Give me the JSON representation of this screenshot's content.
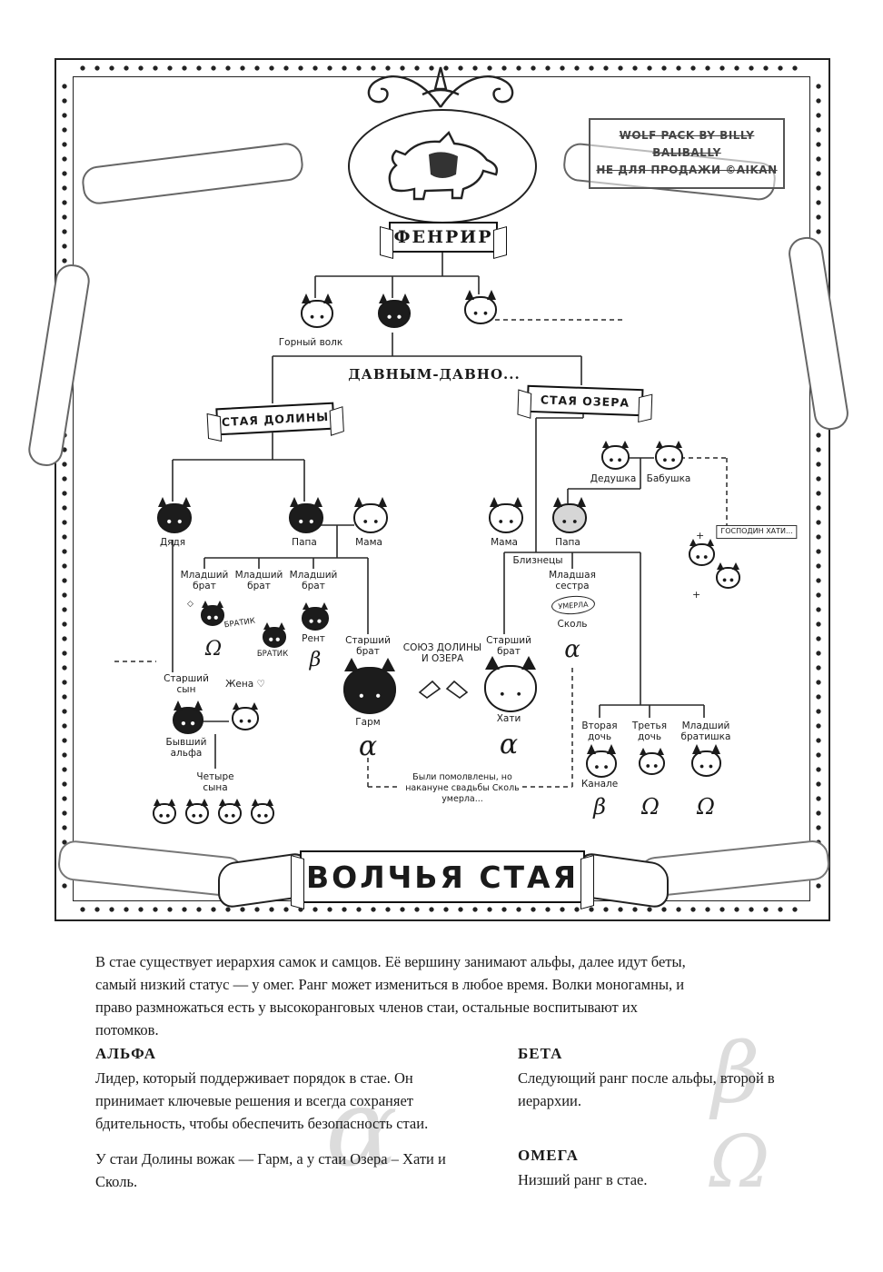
{
  "watermark": {
    "line1": "WOLF PACK BY BILLY BALIBALLY",
    "line2": "НЕ ДЛЯ ПРОДАЖИ ©AIKAN"
  },
  "crest": {
    "title": "ФЕНРИР"
  },
  "banners": {
    "long_ago": "ДАВНЫМ-ДАВНО...",
    "valley": "СТАЯ ДОЛИНЫ",
    "lake": "СТАЯ ОЗЕРА",
    "bottom": "ВОЛЧЬЯ СТАЯ"
  },
  "tree": {
    "mountain_wolf": "Горный волк",
    "uncle": "Дядя",
    "papa": "Папа",
    "mama": "Мама",
    "grandpa": "Дедушка",
    "grandma": "Бабушка",
    "mister_hati": "ГОСПОДИН ХАТИ...",
    "younger_brother": "Младший брат",
    "bratik": "БРАТИК",
    "rent": "Рент",
    "elder_brother": "Старший брат",
    "garm": "Гарм",
    "hati": "Хати",
    "union": "СОЮЗ ДОЛИНЫ И ОЗЕРА",
    "twins": "Близнецы",
    "younger_sister": "Младшая сестра",
    "died": "УМЕРЛА",
    "skoll": "Сколь",
    "elder_son": "Старший сын",
    "wife": "Жена ♡",
    "former_alpha": "Бывший альфа",
    "four_sons": "Четыре сына",
    "second_daughter": "Вторая дочь",
    "third_daughter": "Третья дочь",
    "younger_bro": "Младший братишка",
    "kanale": "Канале",
    "note": "Были помолвлены, но накануне свадьбы Сколь умерла...",
    "alpha": "α",
    "beta": "β",
    "omega": "Ω"
  },
  "legend": {
    "intro": "В стае существует иерархия самок и самцов. Её вершину занимают альфы, далее идут беты, самый низкий статус — у омег. Ранг может измениться в любое время. Волки моногамны, и право размножаться есть у высокоранговых членов стаи, остальные воспитывают их потомков.",
    "alpha_title": "АЛЬФА",
    "alpha_body": "Лидер, который поддерживает порядок в стае. Он принимает ключевые решения и всегда сохраняет бдительность, чтобы обеспечить безопасность стаи.",
    "alpha_note": "У стаи Долины вожак — Гарм, а у стаи Озера – Хати и Сколь.",
    "beta_title": "БЕТА",
    "beta_body": "Следующий ранг после альфы, второй в иерархии.",
    "omega_title": "ОМЕГА",
    "omega_body": "Низший ранг в стае."
  }
}
